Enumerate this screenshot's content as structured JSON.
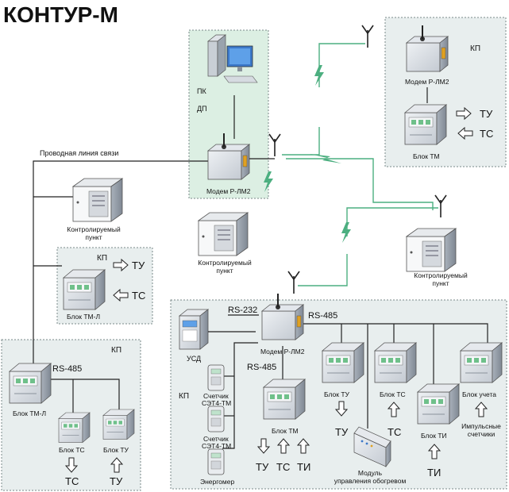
{
  "title": "КОНТУР-М",
  "dp": {
    "pc_label": "ПК",
    "dp_label": "ДП",
    "modem_label": "Модем Р-ЛМ2"
  },
  "wired_line_label": "Проводная линия связи",
  "kp_top_right": {
    "kp_label": "КП",
    "modem_label": "Модем Р-ЛМ2",
    "block_label": "Блок ТМ",
    "out_tu": "ТУ",
    "out_ts": "ТС"
  },
  "controlled_point_label": "Контролируемый пункт",
  "controlled_point_line1": "Контролируемый",
  "controlled_point_line2": "пункт",
  "kp_mid_left": {
    "kp_label": "КП",
    "block_label": "Блок ТМ-Л",
    "out_tu": "ТУ",
    "out_ts": "ТС"
  },
  "kp_bottom_left": {
    "kp_label": "КП",
    "bus_label": "RS-485",
    "block_tml_label": "Блок ТМ-Л",
    "block_ts_label": "Блок ТС",
    "block_tu_label": "Блок ТУ",
    "out_ts": "ТС",
    "out_tu": "ТУ"
  },
  "kp_bottom_right": {
    "kp_label": "КП",
    "rs232_label": "RS-232",
    "rs485_label": "RS-485",
    "rs485_label_2": "RS-485",
    "usd_label": "УСД",
    "modem_label": "Модем Р-ЛМ2",
    "meter1_line1": "Счетчик",
    "meter1_line2": "СЭТ4-ТМ",
    "meter2_line1": "Счетчик",
    "meter2_line2": "СЭТ4-ТМ",
    "energomer_label": "Энергомер",
    "block_tm_label": "Блок ТМ",
    "block_tu_label": "Блок ТУ",
    "block_ts_label": "Блок ТС",
    "block_ti_label": "Блок ТИ",
    "block_uchet_label": "Блок учета",
    "heat_line1": "Модуль",
    "heat_line2": "управления обогревом",
    "impulse_line1": "Импульсные",
    "impulse_line2": "счетчики",
    "sig_tu": "ТУ",
    "sig_ts": "ТС",
    "sig_ti": "ТИ",
    "sig_tu_2": "ТУ",
    "sig_ts_2": "ТС",
    "sig_ti_2": "ТИ"
  },
  "colors": {
    "radio": "#4caf80",
    "zone": "#e8eeee",
    "dp_zone": "#dcefe3",
    "device_body": "#d9dde3",
    "device_dark": "#9aa3ad"
  }
}
